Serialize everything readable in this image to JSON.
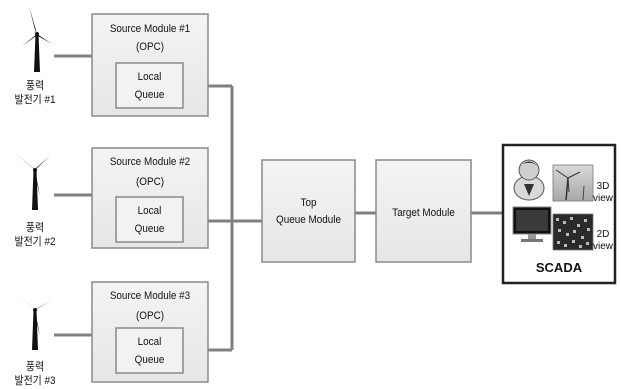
{
  "turbines": [
    {
      "label_line1": "풍력",
      "label_line2": "발전기 #1"
    },
    {
      "label_line1": "풍력",
      "label_line2": "발전기 #2"
    },
    {
      "label_line1": "풍력",
      "label_line2": "발전기 #3"
    }
  ],
  "source_modules": [
    {
      "title": "Source Module #1",
      "subtitle": "(OPC)",
      "queue_line1": "Local",
      "queue_line2": "Queue"
    },
    {
      "title": "Source Module #2",
      "subtitle": "(OPC)",
      "queue_line1": "Local",
      "queue_line2": "Queue"
    },
    {
      "title": "Source Module #3",
      "subtitle": "(OPC)",
      "queue_line1": "Local",
      "queue_line2": "Queue"
    }
  ],
  "top_queue": {
    "line1": "Top",
    "line2": "Queue Module"
  },
  "target_module": {
    "label": "Target Module"
  },
  "scada": {
    "title": "SCADA",
    "view3d_line1": "3D",
    "view3d_line2": "view",
    "view2d_line1": "2D",
    "view2d_line2": "view"
  },
  "colors": {
    "box_fill": "#eeeeee",
    "box_stroke": "#8a8a8a",
    "connector": "#808080",
    "scada_border": "#222222",
    "text": "#111111"
  }
}
